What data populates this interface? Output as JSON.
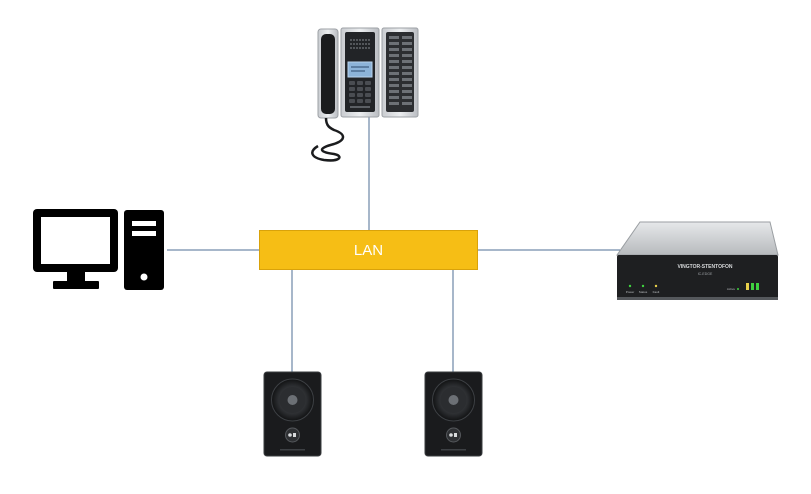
{
  "lan": {
    "label": "LAN"
  },
  "server": {
    "brand": "VINGTOR-STENTOFON",
    "model": "IC-EDGE",
    "leds": [
      "Power",
      "Status",
      "Fault"
    ],
    "network_label": "Active"
  },
  "icons": {
    "computer": "desktop-computer-icon",
    "master_station": "intercom-master-station-icon",
    "server": "intercom-server-icon",
    "speaker": "intercom-speaker-panel-icon"
  },
  "colors": {
    "lan_fill": "#F6BE15",
    "link_line": "#4F6F96",
    "led_green": "#3FD23F"
  }
}
